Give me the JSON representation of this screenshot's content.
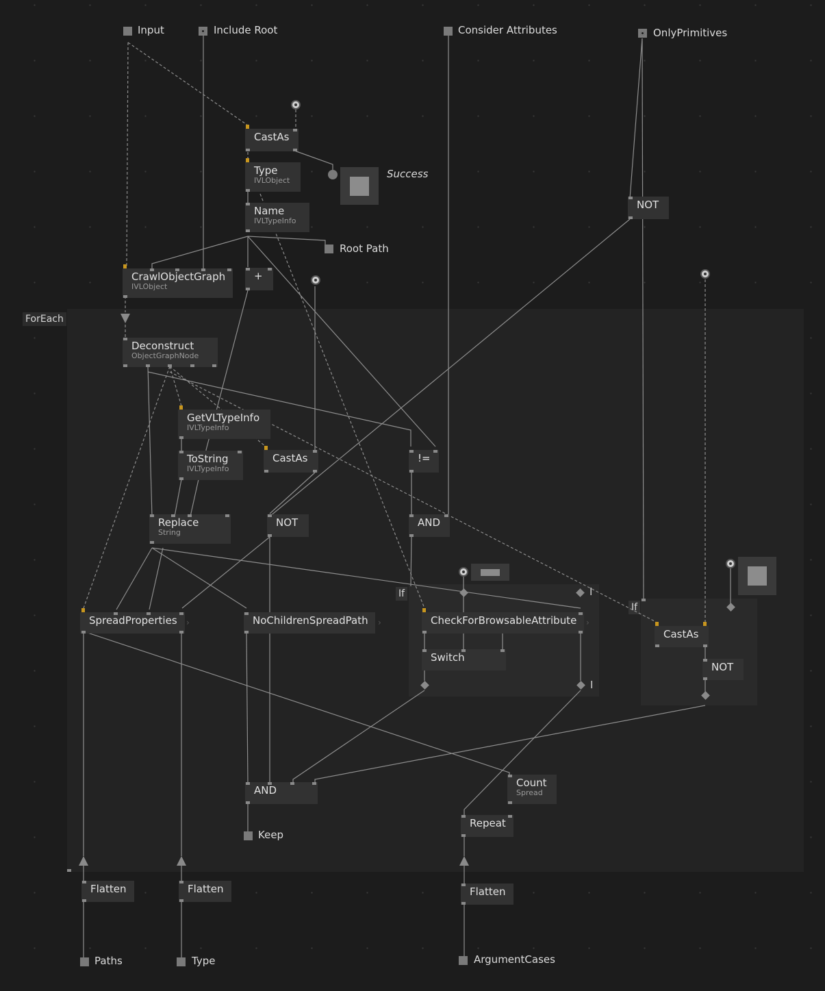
{
  "regions": {
    "foreach_label": "ForEach",
    "if1_label": "If",
    "if2_label": "If"
  },
  "io": {
    "input": "Input",
    "include_root": "Include Root",
    "consider_attributes": "Consider Attributes",
    "only_primitives": "OnlyPrimitives",
    "root_path": "Root Path",
    "success": "Success",
    "keep": "Keep",
    "paths": "Paths",
    "type": "Type",
    "argument_cases": "ArgumentCases"
  },
  "nodes": {
    "castas_top": {
      "title": "CastAs"
    },
    "type_node": {
      "title": "Type",
      "sub": "IVLObject"
    },
    "name_node": {
      "title": "Name",
      "sub": "IVLTypeInfo"
    },
    "plus_node": {
      "title": "+"
    },
    "crawl": {
      "title": "CrawlObjectGraph",
      "sub": "IVLObject"
    },
    "not_top": {
      "title": "NOT"
    },
    "deconstruct": {
      "title": "Deconstruct",
      "sub": "ObjectGraphNode"
    },
    "getvltypeinfo": {
      "title": "GetVLTypeInfo",
      "sub": "IVLTypeInfo"
    },
    "tostring": {
      "title": "ToString",
      "sub": "IVLTypeInfo"
    },
    "castas_mid": {
      "title": "CastAs"
    },
    "neq": {
      "title": "!="
    },
    "replace": {
      "title": "Replace",
      "sub": "String"
    },
    "not_mid": {
      "title": "NOT"
    },
    "and_mid": {
      "title": "AND"
    },
    "spreadprops": {
      "title": "SpreadProperties"
    },
    "nochildren": {
      "title": "NoChildrenSpreadPath"
    },
    "checkbrowsable": {
      "title": "CheckForBrowsableAttribute"
    },
    "switch": {
      "title": "Switch"
    },
    "castas_right": {
      "title": "CastAs"
    },
    "not_right": {
      "title": "NOT"
    },
    "and_bottom": {
      "title": "AND"
    },
    "count": {
      "title": "Count",
      "sub": "Spread"
    },
    "repeat": {
      "title": "Repeat"
    },
    "flatten1": {
      "title": "Flatten"
    },
    "flatten2": {
      "title": "Flatten"
    },
    "flatten3": {
      "title": "Flatten"
    }
  },
  "colors": {
    "background": "#1c1c1c",
    "region": "#232323",
    "node": "#323232",
    "wire": "#8e8e8e",
    "pin_typed": "#c8961e"
  }
}
